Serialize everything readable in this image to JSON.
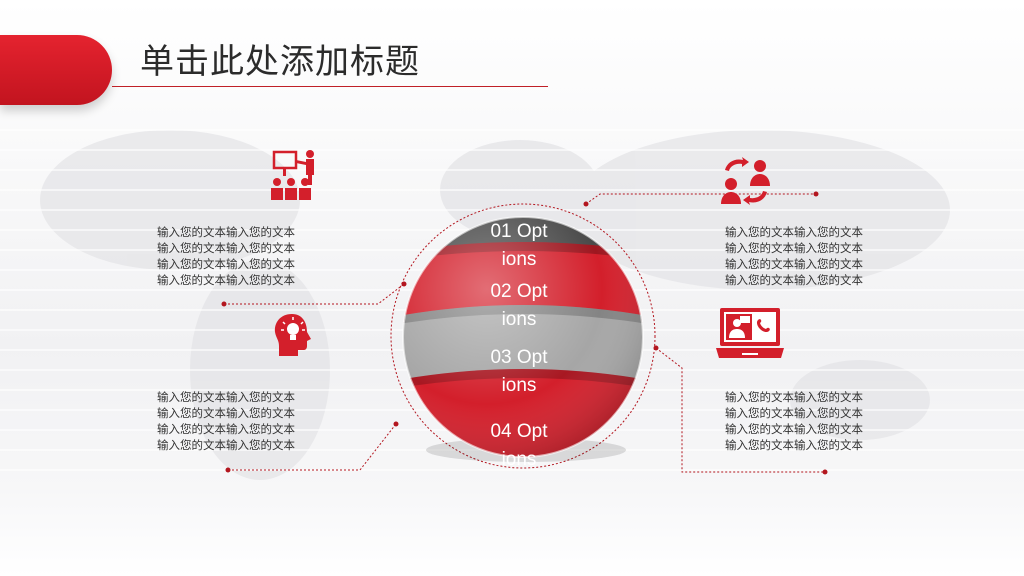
{
  "title": "单击此处添加标题",
  "blocks": {
    "top_left": [
      "输入您的文本输入您的文本",
      "输入您的文本输入您的文本",
      "输入您的文本输入您的文本",
      "输入您的文本输入您的文本"
    ],
    "mid_left": [
      "输入您的文本输入您的文本",
      "输入您的文本输入您的文本",
      "输入您的文本输入您的文本",
      "输入您的文本输入您的文本"
    ],
    "top_right": [
      "输入您的文本输入您的文本",
      "输入您的文本输入您的文本",
      "输入您的文本输入您的文本",
      "输入您的文本输入您的文本"
    ],
    "mid_right": [
      "输入您的文本输入您的文本",
      "输入您的文本输入您的文本",
      "输入您的文本输入您的文本",
      "输入您的文本输入您的文本"
    ]
  },
  "bands": [
    {
      "text": "01 Options",
      "color": "#4a4a4a"
    },
    {
      "text": "02 Options",
      "color": "#d31f2b"
    },
    {
      "text": "03 Options",
      "color": "#a6a6a6"
    },
    {
      "text": "04 Options",
      "color": "#d31f2b"
    }
  ],
  "icons": {
    "presentation": "presentation-icon",
    "idea": "idea-head-icon",
    "exchange": "user-exchange-icon",
    "video_call": "laptop-video-call-icon"
  },
  "colors": {
    "accent": "#d31f2b",
    "dark": "#4a4a4a",
    "grey": "#a6a6a6",
    "text": "#333333"
  }
}
